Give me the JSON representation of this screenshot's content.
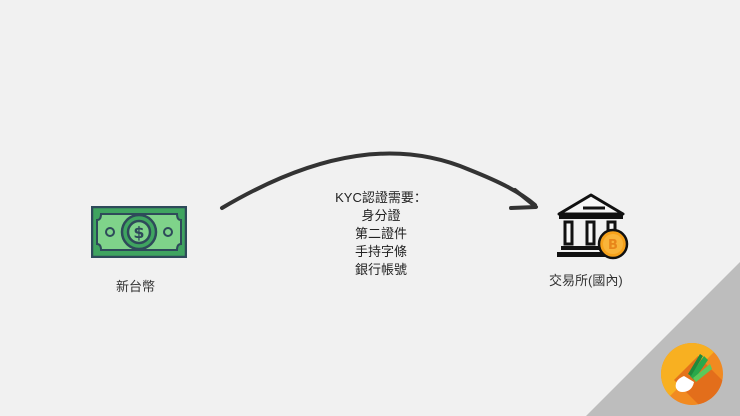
{
  "diagram": {
    "source_node": {
      "label": "新台幣",
      "icon": "banknote-icon"
    },
    "target_node": {
      "label": "交易所(國內)",
      "icon": "bank-bitcoin-icon"
    },
    "arrow": {
      "direction": "source-to-target",
      "style": "curved"
    },
    "kyc": {
      "title": "KYC認證需要：",
      "items": [
        "身分證",
        "第二證件",
        "手持字條",
        "銀行帳號"
      ]
    },
    "logo": {
      "icon": "green-onion-logo-icon"
    }
  },
  "colors": {
    "background": "#f1f1f1",
    "corner_triangle": "#bdbdbd",
    "arrow": "#333333",
    "banknote_green": "#3fa460",
    "banknote_light": "#7fd38a",
    "banknote_outline": "#2e4a5a",
    "coin_orange": "#f7a21b",
    "logo_orange": "#f18a21"
  }
}
